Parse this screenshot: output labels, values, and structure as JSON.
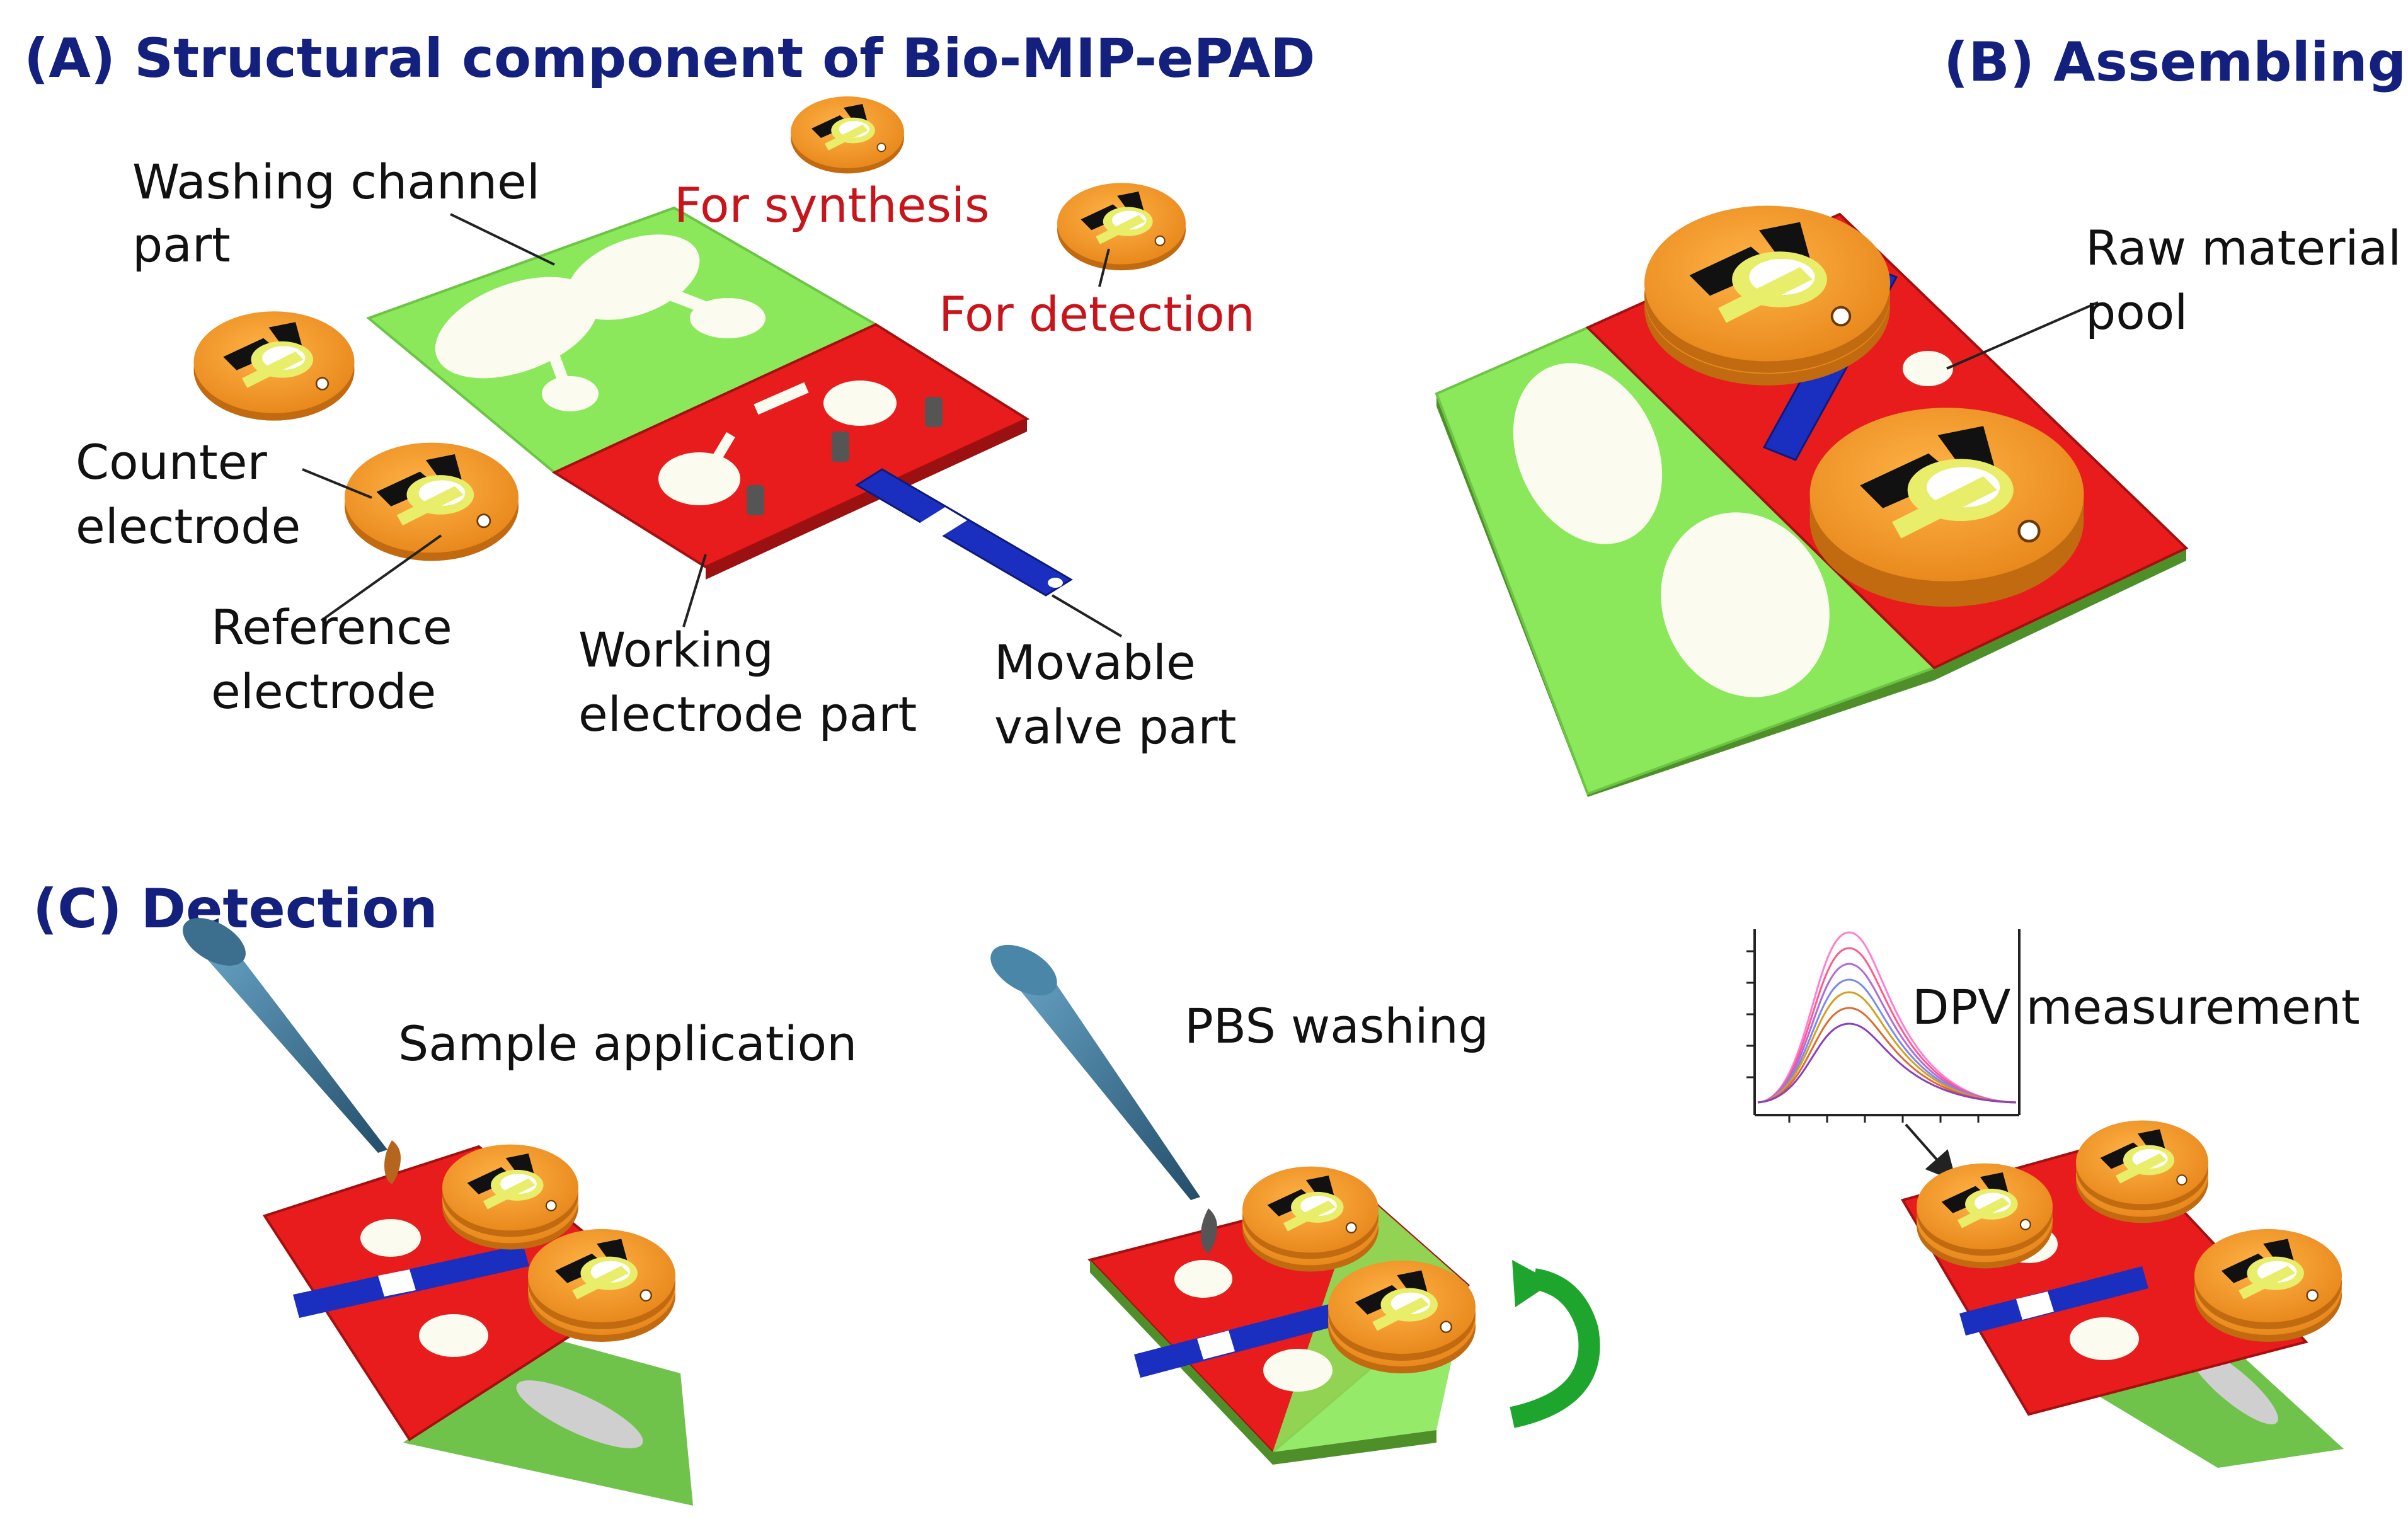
{
  "panel_a": {
    "title": "(A) Structural component of Bio-MIP-ePAD",
    "labels": {
      "washing_1": "Washing channel",
      "washing_2": "part",
      "synthesis": "For synthesis",
      "detection": "For detection",
      "counter_1": "Counter",
      "counter_2": "electrode",
      "reference_1": "Reference",
      "reference_2": "electrode",
      "working_1": "Working",
      "working_2": "electrode part",
      "valve_1": "Movable",
      "valve_2": "valve part"
    }
  },
  "panel_b": {
    "title": "(B) Assembling",
    "labels": {
      "raw_1": "Raw material",
      "raw_2": "pool"
    }
  },
  "panel_c": {
    "title": "(C) Detection",
    "steps": {
      "sample": "Sample application",
      "pbs": "PBS washing",
      "dpv": "DPV measurement"
    }
  },
  "colors": {
    "heading": "#13207e",
    "red_label": "#c8141b",
    "green_pad": "#8ae85a",
    "red_pad": "#e81c1c",
    "orange_disc": "#f39a1e",
    "blue_valve": "#1a2fc0",
    "arrow_green": "#1ea52e"
  },
  "icons": [
    "pipette-icon",
    "rotate-arrow-icon",
    "electrode-disc-icon"
  ]
}
